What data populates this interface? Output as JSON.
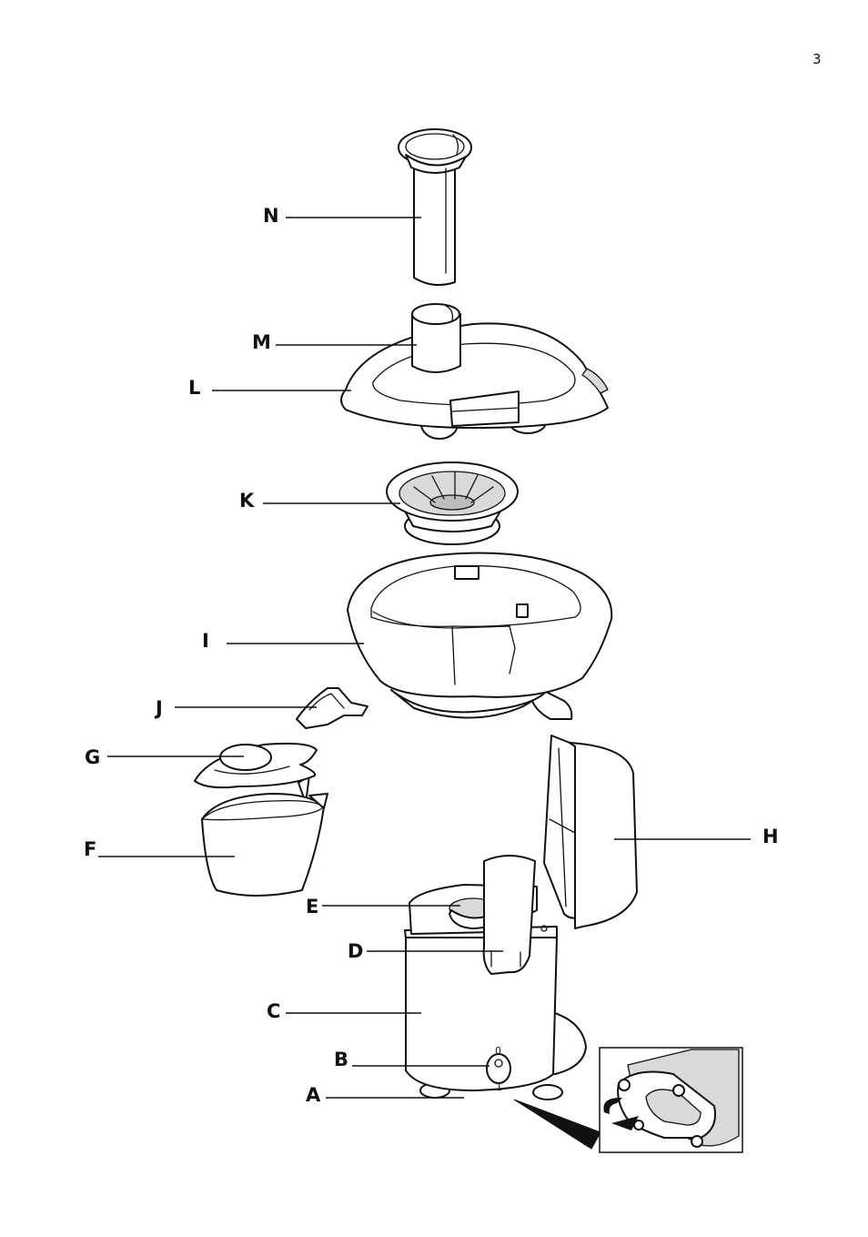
{
  "page_number": "3",
  "labels": {
    "N": "N",
    "M": "M",
    "L": "L",
    "K": "K",
    "I": "I",
    "J": "J",
    "G": "G",
    "F": "F",
    "H": "H",
    "E": "E",
    "D": "D",
    "C": "C",
    "B": "B",
    "A": "A"
  },
  "switch": {
    "off": "0",
    "on": "1"
  }
}
